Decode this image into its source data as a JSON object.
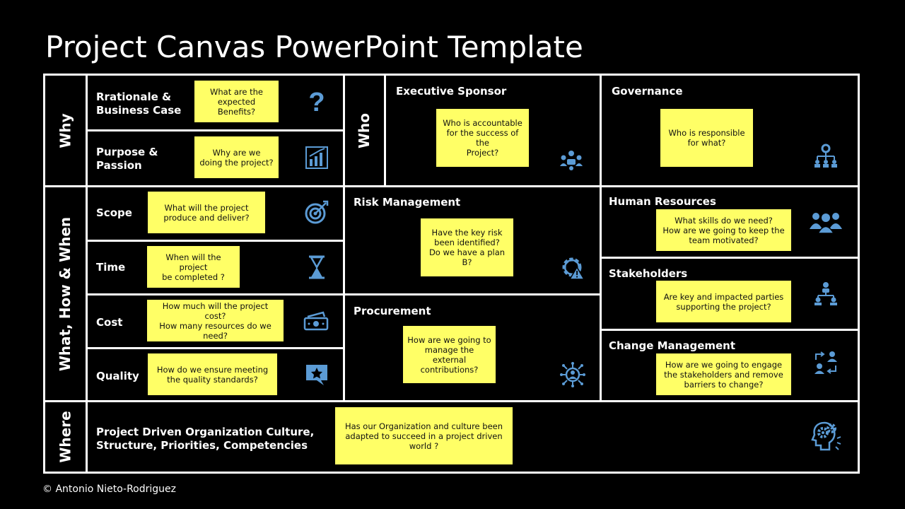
{
  "title": "Project Canvas PowerPoint Template",
  "colors": {
    "background": "#000000",
    "note": "#ffff66",
    "icon": "#5b9bd5",
    "lines": "#ffffff"
  },
  "categories": {
    "why": "Why",
    "who": "Who",
    "what": "What, How & When",
    "where": "Where"
  },
  "blocks": {
    "rationale": {
      "label": "Rrationale &\nBusiness Case",
      "note": "What are the\nexpected Benefits?",
      "icon": "question-icon"
    },
    "purpose": {
      "label": "Purpose &\nPassion",
      "note": "Why are we\ndoing the project?",
      "icon": "bar-chart-icon"
    },
    "executive": {
      "label": "Executive Sponsor",
      "note": "Who is accountable\nfor the success of the\nProject?",
      "icon": "team-meeting-icon"
    },
    "governance": {
      "label": "Governance",
      "note": "Who is responsible\nfor what?",
      "icon": "org-chart-icon"
    },
    "scope": {
      "label": "Scope",
      "note": "What will the project\nproduce and deliver?",
      "icon": "target-icon"
    },
    "time": {
      "label": "Time",
      "note": "When will the project\nbe completed ?",
      "icon": "hourglass-icon"
    },
    "cost": {
      "label": "Cost",
      "note": "How much will the project cost?\nHow many resources do we\nneed?",
      "icon": "money-icon"
    },
    "quality": {
      "label": "Quality",
      "note": "How do we ensure meeting\nthe quality standards?",
      "icon": "star-badge-icon"
    },
    "risk": {
      "label": "Risk Management",
      "note": "Have the key risk\nbeen identified?\nDo we have a plan B?",
      "icon": "gear-warning-icon"
    },
    "procurement": {
      "label": "Procurement",
      "note": "How are we going to\nmanage the external\ncontributions?",
      "icon": "network-person-icon"
    },
    "hr": {
      "label": "Human Resources",
      "note": "What skills do we need?\nHow are we going to keep the\nteam motivated?",
      "icon": "people-group-icon"
    },
    "stakeholders": {
      "label": "Stakeholders",
      "note": "Are key and impacted parties\nsupporting the project?",
      "icon": "hierarchy-icon"
    },
    "change": {
      "label": "Change Management",
      "note": "How are we going to engage\nthe stakeholders and remove\nbarriers to change?",
      "icon": "person-swap-icon"
    },
    "culture": {
      "label": "Project Driven Organization Culture,\nStructure, Priorities, Competencies",
      "note": "Has our Organization and culture been\nadapted to succeed in a project driven\nworld ?",
      "icon": "head-gears-icon"
    }
  },
  "copyright": "© Antonio Nieto-Rodriguez"
}
